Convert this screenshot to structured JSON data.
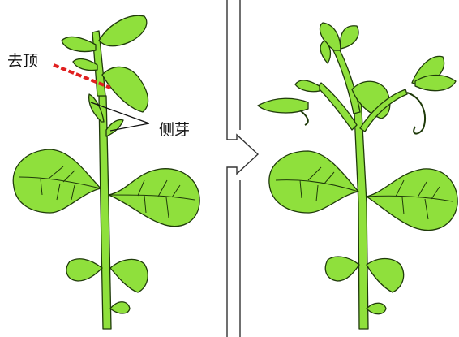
{
  "labels": {
    "topping": "去顶",
    "lateral_buds": "侧芽"
  },
  "colors": {
    "leaf_fill": "#8FE03C",
    "leaf_stroke": "#1F3A0A",
    "cut_line": "#E02020",
    "divider": "#333333",
    "background": "#FFFFFF"
  },
  "panels": {
    "left": "before-topping",
    "right": "after-topping",
    "transition": "arrow-right"
  }
}
